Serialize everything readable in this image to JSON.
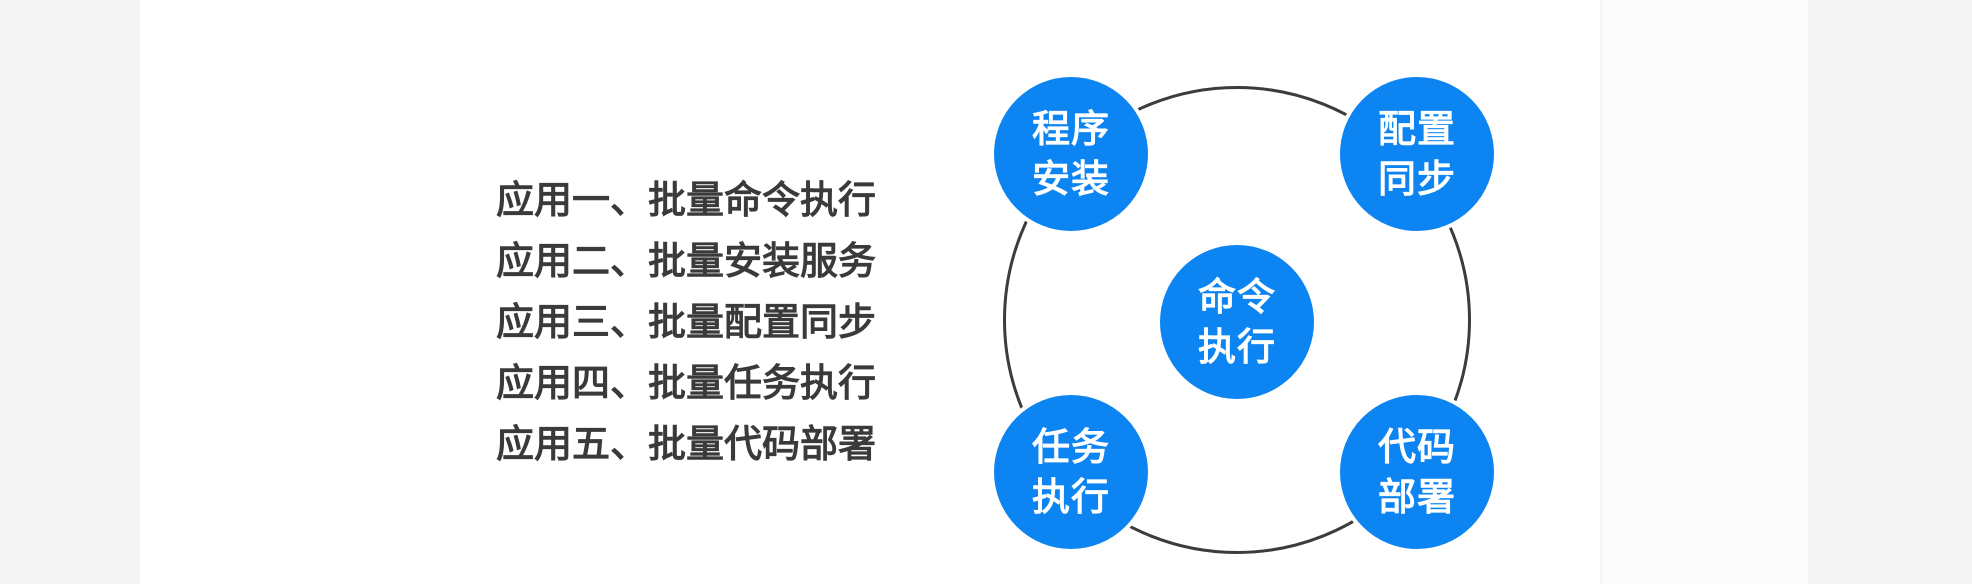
{
  "applications": [
    "应用一、批量命令执行",
    "应用二、批量安装服务",
    "应用三、批量配置同步",
    "应用四、批量任务执行",
    "应用五、批量代码部署"
  ],
  "nodes": {
    "top_left": [
      "程序",
      "安装"
    ],
    "top_right": [
      "配置",
      "同步"
    ],
    "center": [
      "命令",
      "执行"
    ],
    "bottom_left": [
      "任务",
      "执行"
    ],
    "bottom_right": [
      "代码",
      "部署"
    ]
  },
  "colors": {
    "node_fill": "#0c84f2",
    "node_text": "#ffffff",
    "list_text": "#3a3a3a",
    "ring_stroke": "#3c3c3c",
    "background": "#ffffff"
  }
}
